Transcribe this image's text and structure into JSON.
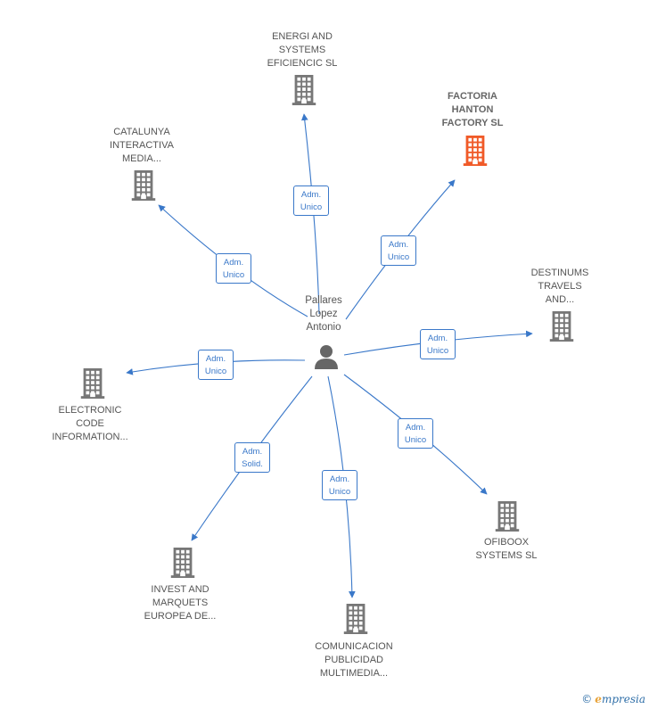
{
  "colors": {
    "edge": "#3a78c9",
    "building": "#777777",
    "highlight": "#f05a28"
  },
  "center": {
    "name_lines": [
      "Pallares",
      "Lopez",
      "Antonio"
    ],
    "icon": "person-icon"
  },
  "nodes": [
    {
      "id": "energi",
      "lines": [
        "ENERGI AND",
        "SYSTEMS",
        "EFICIENCIC  SL"
      ],
      "highlight": false
    },
    {
      "id": "factoria",
      "lines": [
        "FACTORIA",
        "HANTON",
        "FACTORY  SL"
      ],
      "highlight": true
    },
    {
      "id": "catalunya",
      "lines": [
        "CATALUNYA",
        "INTERACTIVA",
        "MEDIA..."
      ],
      "highlight": false
    },
    {
      "id": "destinums",
      "lines": [
        "DESTINUMS",
        "TRAVELS",
        "AND..."
      ],
      "highlight": false
    },
    {
      "id": "electronic",
      "lines": [
        "ELECTRONIC",
        "CODE",
        "INFORMATION..."
      ],
      "highlight": false
    },
    {
      "id": "ofiboox",
      "lines": [
        "OFIBOOX",
        "SYSTEMS  SL"
      ],
      "highlight": false
    },
    {
      "id": "invest",
      "lines": [
        "INVEST AND",
        "MARQUETS",
        "EUROPEA DE..."
      ],
      "highlight": false
    },
    {
      "id": "comunicacion",
      "lines": [
        "COMUNICACION",
        "PUBLICIDAD",
        "MULTIMEDIA..."
      ],
      "highlight": false
    }
  ],
  "edges": [
    {
      "to": "energi",
      "label": [
        "Adm.",
        "Unico"
      ]
    },
    {
      "to": "factoria",
      "label": [
        "Adm.",
        "Unico"
      ]
    },
    {
      "to": "catalunya",
      "label": [
        "Adm.",
        "Unico"
      ]
    },
    {
      "to": "destinums",
      "label": [
        "Adm.",
        "Unico"
      ]
    },
    {
      "to": "electronic",
      "label": [
        "Adm.",
        "Unico"
      ]
    },
    {
      "to": "ofiboox",
      "label": [
        "Adm.",
        "Unico"
      ]
    },
    {
      "to": "invest",
      "label": [
        "Adm.",
        "Solid."
      ]
    },
    {
      "to": "comunicacion",
      "label": [
        "Adm.",
        "Unico"
      ]
    }
  ],
  "footer": {
    "copyright": "©",
    "brand_initial": "e",
    "brand_rest": "mpresia"
  }
}
